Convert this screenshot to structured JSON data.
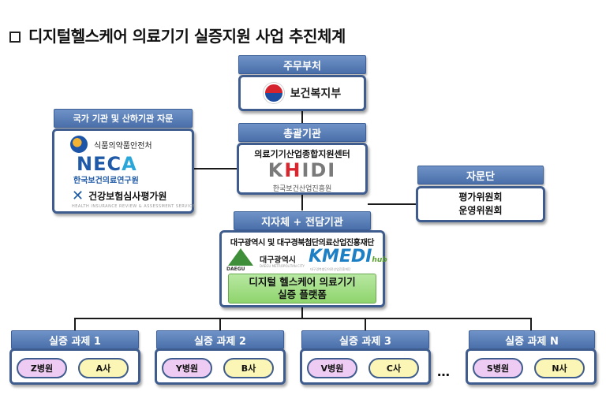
{
  "title": "디지털헬스케어 의료기기 실증지원 사업 추진체계",
  "ministry": {
    "header": "주무부처",
    "org": "보건복지부"
  },
  "integrated": {
    "header": "총괄기관",
    "org": "의료기기산업종합지원센터",
    "logo_main": "K",
    "logo_accent": "H",
    "logo_rest": "IDI",
    "logo_sub": "한국보건산업진흥원"
  },
  "advisory": {
    "header": "자문단",
    "items": [
      "평가위원회",
      "운영위원회"
    ]
  },
  "national": {
    "header": "국가 기관 및 산하기관 자문",
    "mfds": "식품의약품안전처",
    "neca_main": "NEC",
    "neca_accent": "A",
    "neca_sub": "한국보건의료연구원",
    "hira": "건강보험심사평가원",
    "hira_sub": "HEALTH INSURANCE REVIEW & ASSESSMENT SERVICE"
  },
  "local": {
    "header": "지자체 + 전담기관",
    "org": "대구광역시 및 대구경북첨단의료산업진흥재단",
    "daegu": "DAEGU",
    "daegu_city": "대구광역시",
    "daegu_city_sub": "DAEGU METROPOLITAN CITY",
    "kmedi": "KMEDI",
    "kmedi_hub": "hub",
    "kmedi_sub": "대구경북첨단의료산업진흥재단",
    "platform_line1": "디지털 헬스케어 의료기기",
    "platform_line2": "실증 플랫폼"
  },
  "projects": [
    {
      "header": "실증 과제 1",
      "hospital": "Z병원",
      "company": "A사"
    },
    {
      "header": "실증 과제 2",
      "hospital": "Y병원",
      "company": "B사"
    },
    {
      "header": "실증 과제 3",
      "hospital": "V병원",
      "company": "C사"
    },
    {
      "header": "실증 과제 N",
      "hospital": "S병원",
      "company": "N사"
    }
  ],
  "ellipsis": "…",
  "colors": {
    "header_blue": "#4a6faa",
    "border_navy": "#3e5c8e",
    "platform_green": "#8fd46d",
    "hospital_pink": "#eecbf2",
    "company_yellow": "#fbf6b5"
  }
}
